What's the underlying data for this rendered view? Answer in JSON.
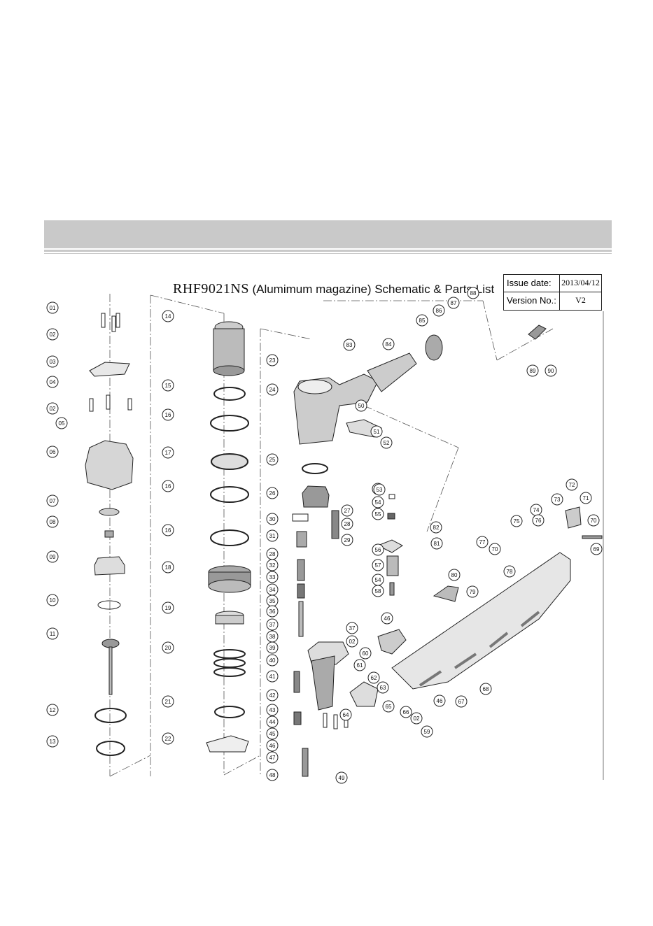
{
  "header": {
    "model": "RHF9021NS",
    "subtitle": "(Alumimum magazine) Schematic & Parts List"
  },
  "info": {
    "issue_label": "Issue date:",
    "issue_value": "2013/04/12",
    "version_label": "Version No.:",
    "version_value": "V2"
  },
  "parts": [
    {
      "id": "01"
    },
    {
      "id": "02"
    },
    {
      "id": "03"
    },
    {
      "id": "04"
    },
    {
      "id": "02b",
      "label": "02"
    },
    {
      "id": "05"
    },
    {
      "id": "06"
    },
    {
      "id": "07"
    },
    {
      "id": "08"
    },
    {
      "id": "09"
    },
    {
      "id": "10"
    },
    {
      "id": "11"
    },
    {
      "id": "12"
    },
    {
      "id": "13"
    },
    {
      "id": "14"
    },
    {
      "id": "15"
    },
    {
      "id": "16"
    },
    {
      "id": "17"
    },
    {
      "id": "16b",
      "label": "16"
    },
    {
      "id": "16c",
      "label": "16"
    },
    {
      "id": "18"
    },
    {
      "id": "19"
    },
    {
      "id": "20"
    },
    {
      "id": "21"
    },
    {
      "id": "22"
    },
    {
      "id": "23"
    },
    {
      "id": "24"
    },
    {
      "id": "25"
    },
    {
      "id": "26"
    },
    {
      "id": "30"
    },
    {
      "id": "31"
    },
    {
      "id": "28"
    },
    {
      "id": "32"
    },
    {
      "id": "33"
    },
    {
      "id": "34"
    },
    {
      "id": "35"
    },
    {
      "id": "36"
    },
    {
      "id": "37"
    },
    {
      "id": "38"
    },
    {
      "id": "39"
    },
    {
      "id": "40"
    },
    {
      "id": "41"
    },
    {
      "id": "42"
    },
    {
      "id": "43"
    },
    {
      "id": "44"
    },
    {
      "id": "45"
    },
    {
      "id": "46"
    },
    {
      "id": "47"
    },
    {
      "id": "48"
    },
    {
      "id": "49"
    },
    {
      "id": "27"
    },
    {
      "id": "28b",
      "label": "28"
    },
    {
      "id": "29"
    },
    {
      "id": "50"
    },
    {
      "id": "51"
    },
    {
      "id": "52"
    },
    {
      "id": "53"
    },
    {
      "id": "54"
    },
    {
      "id": "55"
    },
    {
      "id": "56"
    },
    {
      "id": "57"
    },
    {
      "id": "54b",
      "label": "54"
    },
    {
      "id": "58"
    },
    {
      "id": "53b",
      "label": "53"
    },
    {
      "id": "37b",
      "label": "37"
    },
    {
      "id": "02c",
      "label": "02"
    },
    {
      "id": "46b",
      "label": "46"
    },
    {
      "id": "60"
    },
    {
      "id": "61"
    },
    {
      "id": "62"
    },
    {
      "id": "63"
    },
    {
      "id": "64"
    },
    {
      "id": "65"
    },
    {
      "id": "66"
    },
    {
      "id": "02d",
      "label": "02"
    },
    {
      "id": "59"
    },
    {
      "id": "46c",
      "label": "46"
    },
    {
      "id": "67"
    },
    {
      "id": "68"
    },
    {
      "id": "69"
    },
    {
      "id": "70"
    },
    {
      "id": "71"
    },
    {
      "id": "72"
    },
    {
      "id": "73"
    },
    {
      "id": "74"
    },
    {
      "id": "75"
    },
    {
      "id": "76"
    },
    {
      "id": "77"
    },
    {
      "id": "70b",
      "label": "70"
    },
    {
      "id": "78"
    },
    {
      "id": "79"
    },
    {
      "id": "80"
    },
    {
      "id": "81"
    },
    {
      "id": "82"
    },
    {
      "id": "83"
    },
    {
      "id": "84"
    },
    {
      "id": "85"
    },
    {
      "id": "86"
    },
    {
      "id": "87"
    },
    {
      "id": "88"
    },
    {
      "id": "89"
    },
    {
      "id": "90"
    }
  ]
}
